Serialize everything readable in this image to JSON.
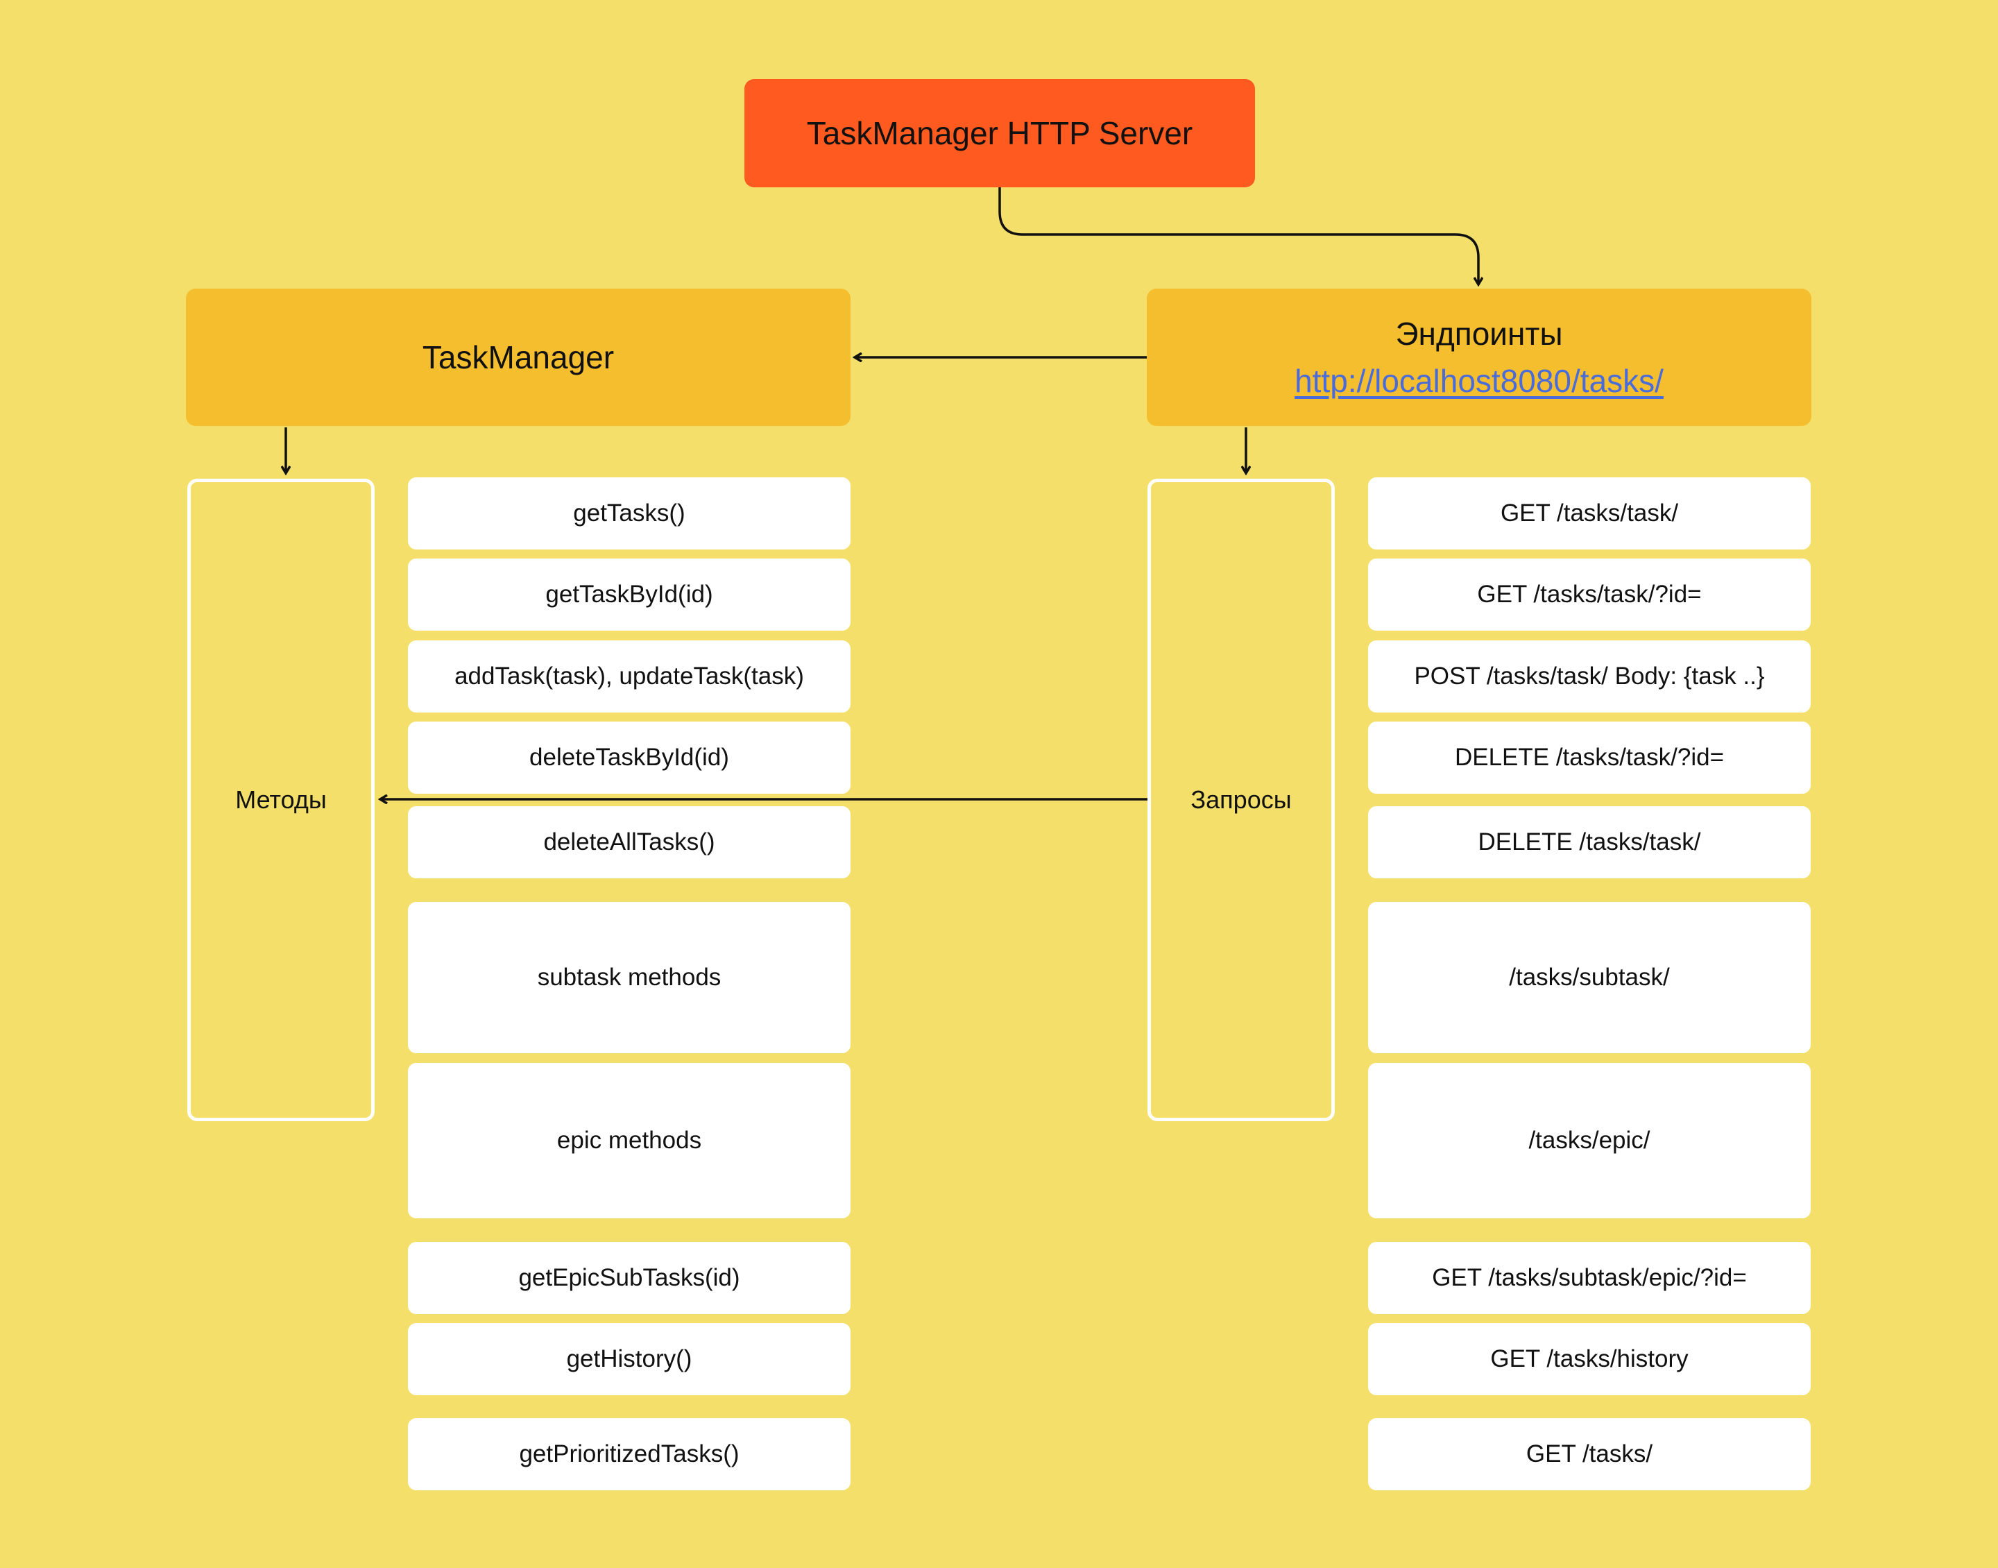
{
  "server": {
    "label": "TaskManager HTTP Server"
  },
  "task_manager": {
    "label": "TaskManager"
  },
  "endpoints": {
    "label": "Эндпоинты",
    "url": "http://localhost8080/tasks/"
  },
  "methods_group": {
    "label": "Методы"
  },
  "requests_group": {
    "label": "Запросы"
  },
  "methods": [
    "getTasks()",
    "getTaskById(id)",
    "addTask(task), updateTask(task)",
    "deleteTaskById(id)",
    "deleteAllTasks()",
    "subtask methods",
    "epic methods",
    "getEpicSubTasks(id)",
    "getHistory()",
    "getPrioritizedTasks()"
  ],
  "requests": [
    "GET /tasks/task/",
    "GET /tasks/task/?id=",
    "POST /tasks/task/ Body: {task ..}",
    "DELETE /tasks/task/?id=",
    "DELETE /tasks/task/",
    "/tasks/subtask/",
    "/tasks/epic/",
    "GET /tasks/subtask/epic/?id=",
    "GET /tasks/history",
    "GET /tasks/"
  ],
  "colors": {
    "background": "#F4DF6B",
    "server": "#FF5A1F",
    "header": "#F5BE2E",
    "item": "#FFFFFF",
    "link": "#4A6CDB"
  }
}
